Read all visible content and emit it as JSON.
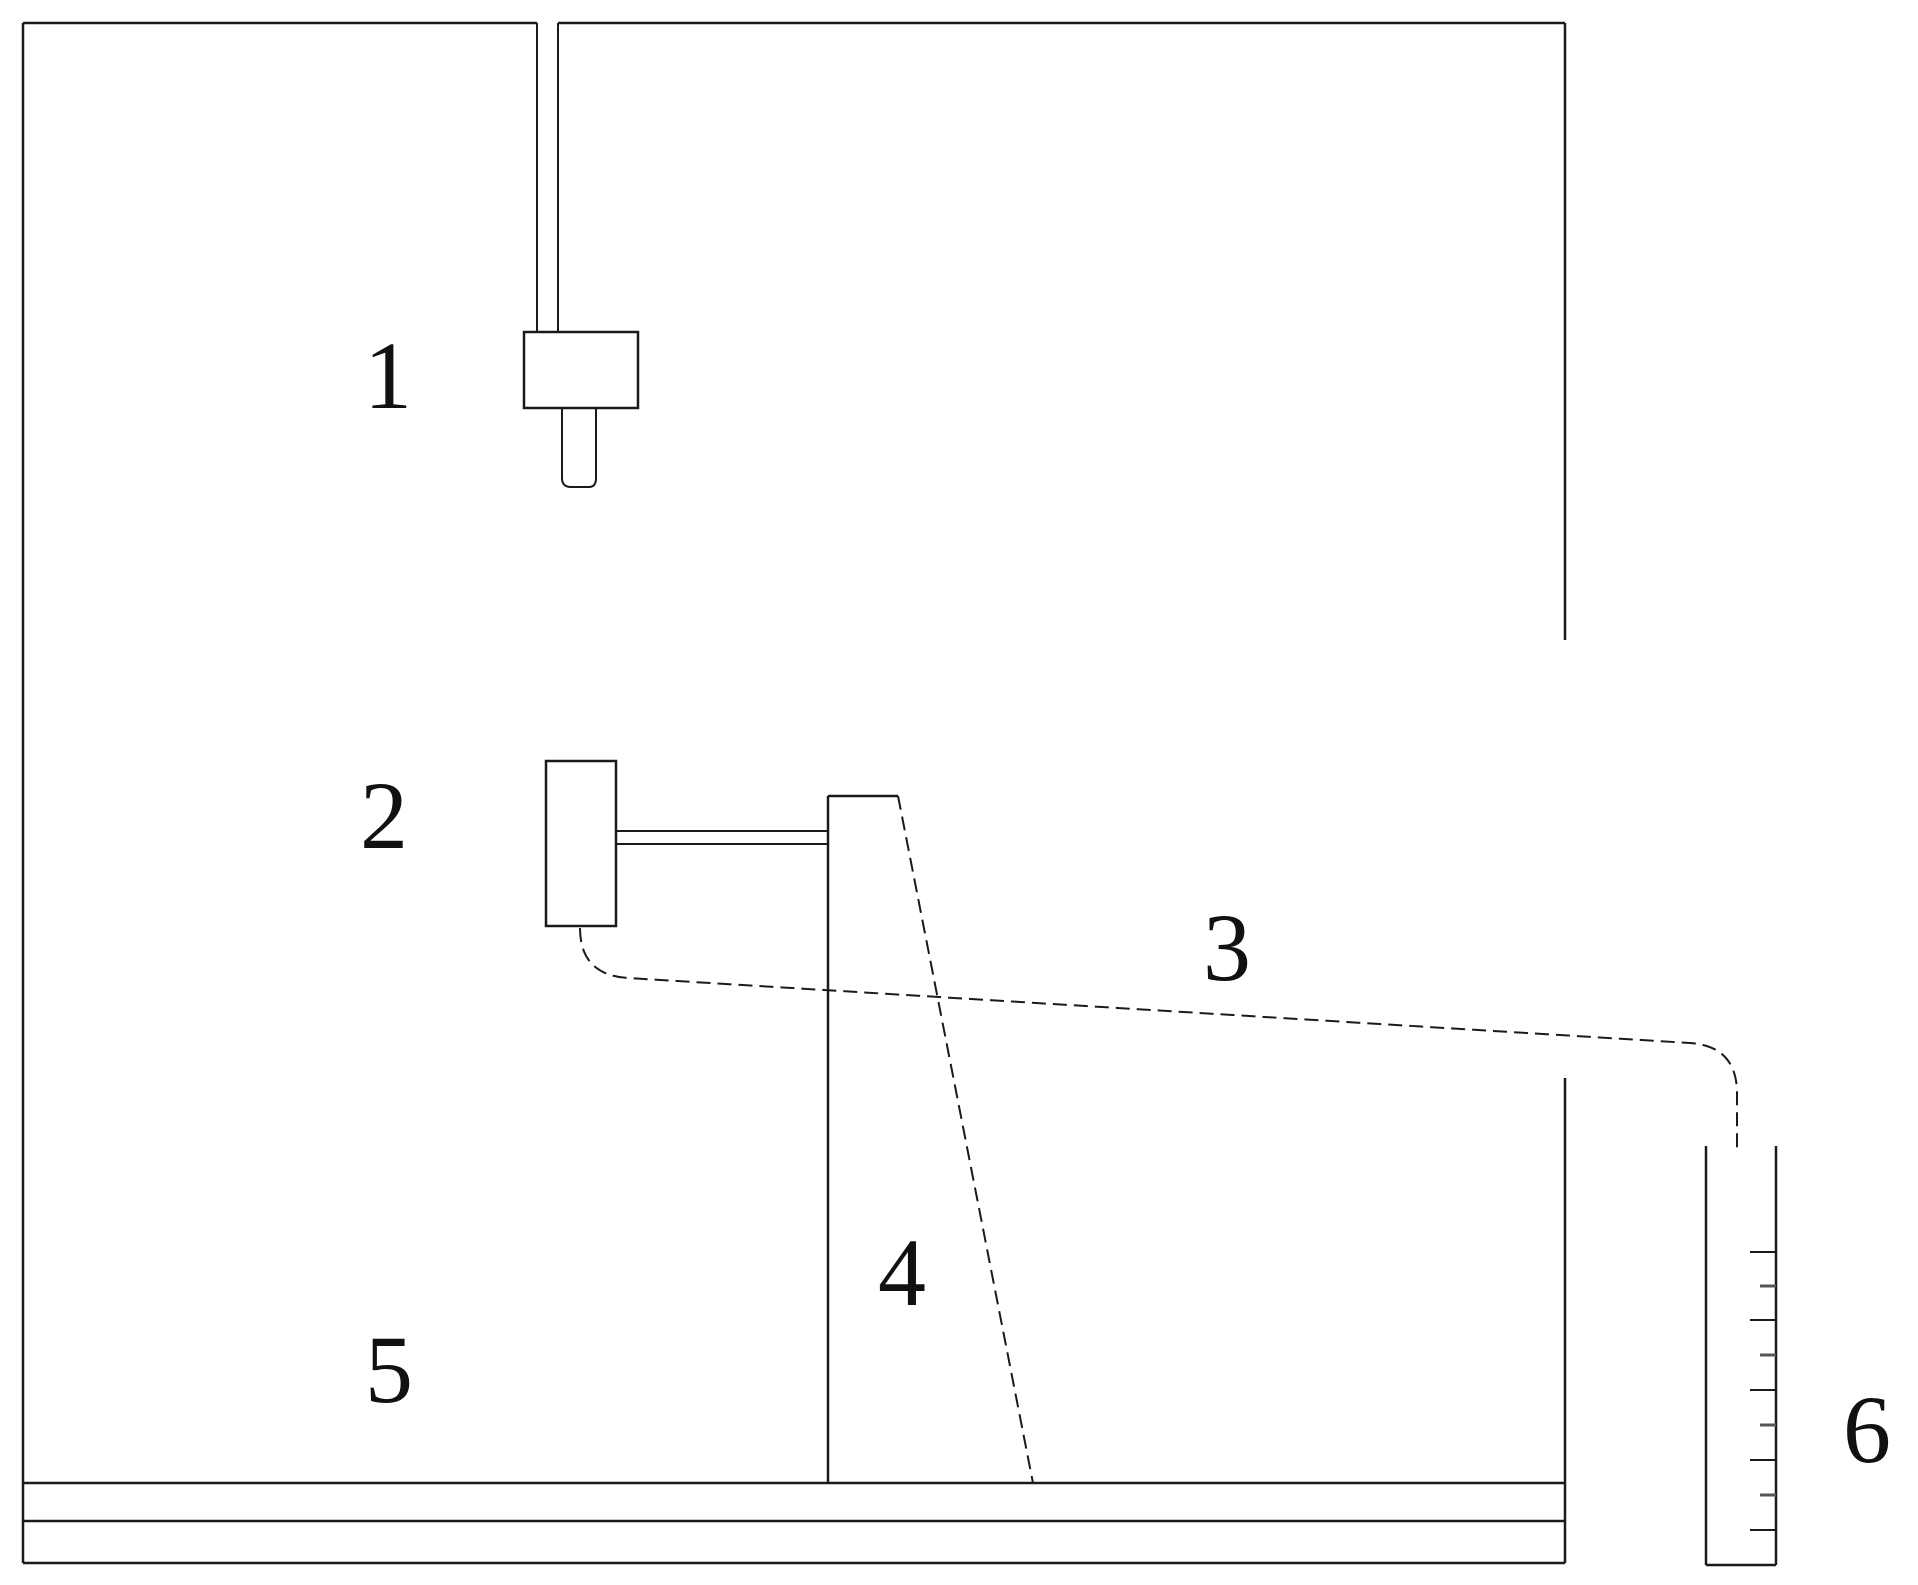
{
  "labels": {
    "l1": "1",
    "l2": "2",
    "l3": "3",
    "l4": "4",
    "l5": "5",
    "l6": "6"
  },
  "colors": {
    "line": "#1a1a1a",
    "background": "#ffffff"
  }
}
